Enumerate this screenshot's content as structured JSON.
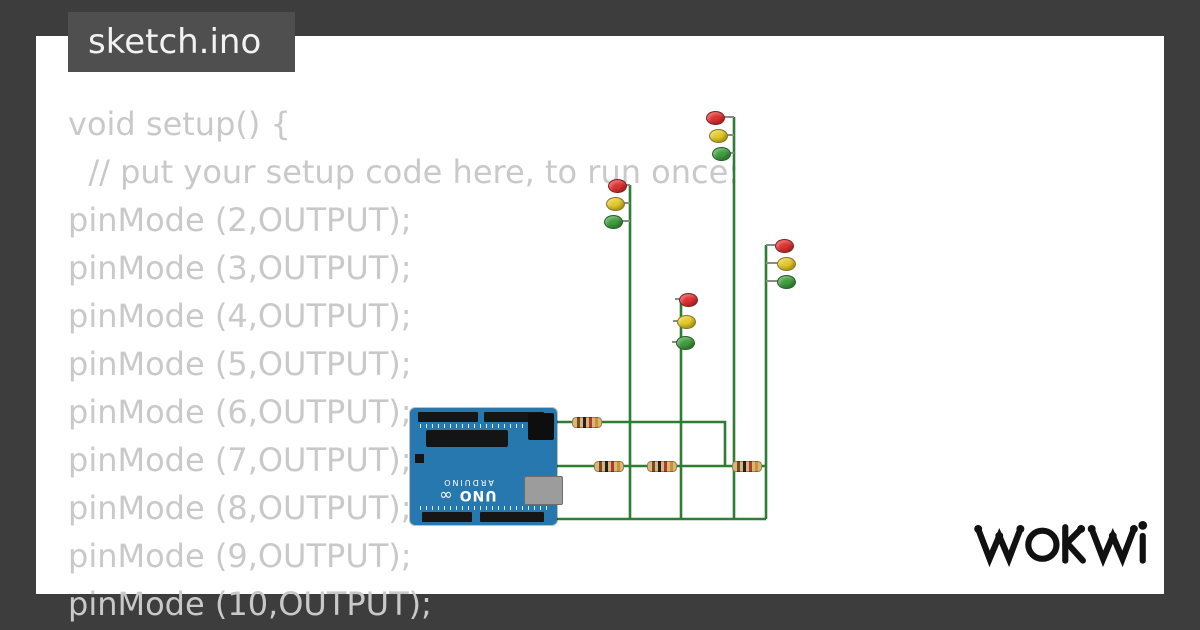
{
  "tab": {
    "title": "sketch.ino"
  },
  "editor": {
    "code_lines": [
      "void setup() {",
      "  // put your setup code here, to run once:",
      "pinMode (2,OUTPUT);",
      "pinMode (3,OUTPUT);",
      "pinMode (4,OUTPUT);",
      "pinMode (5,OUTPUT);",
      "pinMode (6,OUTPUT);",
      "pinMode (7,OUTPUT);",
      "pinMode (8,OUTPUT);",
      "pinMode (9,OUTPUT);",
      "pinMode (10,OUTPUT);"
    ]
  },
  "circuit": {
    "board": {
      "logo_glyph": "∞",
      "name": "UNO",
      "brand": "ARDUINO"
    },
    "traffic_lights": [
      {
        "position": "top",
        "leds": [
          "red",
          "yellow",
          "green"
        ]
      },
      {
        "position": "upper-left",
        "leds": [
          "red",
          "yellow",
          "green"
        ]
      },
      {
        "position": "right",
        "leds": [
          "red",
          "yellow",
          "green"
        ]
      },
      {
        "position": "middle",
        "leds": [
          "red",
          "yellow",
          "green"
        ]
      }
    ],
    "resistor_count": 4
  },
  "branding": {
    "logo_text": "WOKWI"
  },
  "colors": {
    "frame": "#3d3d3d",
    "tab_bg": "#4f4f4f",
    "tab_text": "#f2f2f2",
    "card_bg": "#ffffff",
    "code_text": "#c9c9c9",
    "wire": "#2e7d32",
    "board": "#2878b0",
    "led_red": "#e03131",
    "led_yellow": "#e3c929",
    "led_green": "#3f9e3f",
    "resistor_body": "#d8b77e",
    "logo_ink": "#111111"
  }
}
